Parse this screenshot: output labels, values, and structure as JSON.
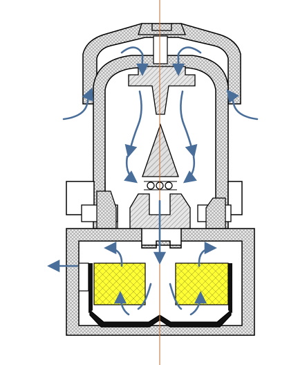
{
  "figure": {
    "kind": "cross-section airflow diagram",
    "colors": {
      "background": "#ffffff",
      "outline": "#000000",
      "hatch": "#8c8c8c",
      "hatch_fill": "#e6e6e6",
      "cone_hatch": "#9a9a9a",
      "filter_fill": "#ffff33",
      "filter_grid": "#8a8a2a",
      "flow_arrow": "#4a6e9a",
      "centerline": "#c8783c"
    },
    "flow_arrows": [
      {
        "name": "intake-left-arrow"
      },
      {
        "name": "intake-right-arrow"
      },
      {
        "name": "dome-left-arrow"
      },
      {
        "name": "dome-right-arrow"
      },
      {
        "name": "inner-down-left-arrow"
      },
      {
        "name": "inner-down-right-arrow"
      },
      {
        "name": "cone-down-left-arrow"
      },
      {
        "name": "cone-down-right-arrow"
      },
      {
        "name": "central-down-arrow"
      },
      {
        "name": "filter-left-up-arrow"
      },
      {
        "name": "filter-right-up-arrow"
      },
      {
        "name": "filter-left-bottom-arrow"
      },
      {
        "name": "filter-right-bottom-arrow"
      },
      {
        "name": "exhaust-left-arrow"
      }
    ]
  }
}
